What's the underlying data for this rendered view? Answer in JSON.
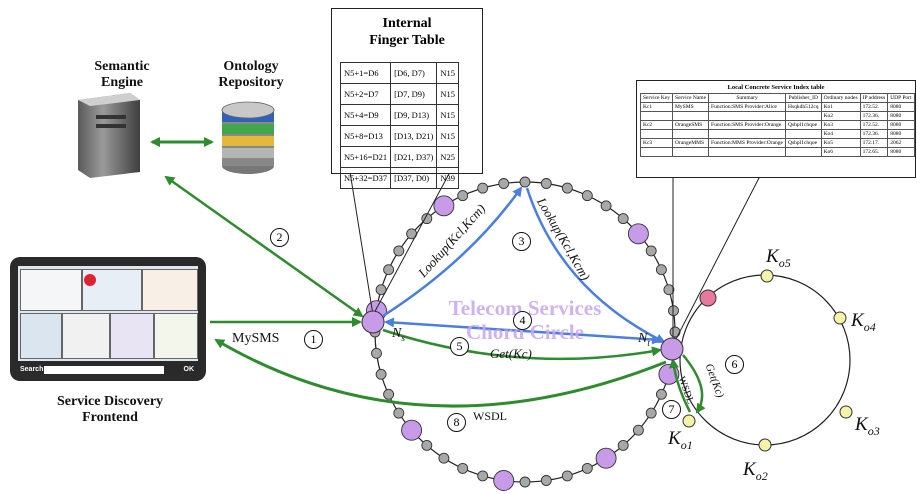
{
  "labels": {
    "semantic_engine": "Semantic\nEngine",
    "ontology_repository": "Ontology\nRepository",
    "finger_table_title": "Internal\nFinger Table",
    "frontend": "Service Discovery\nFrontend",
    "ring_title": "Telecom Services\nChord Circle"
  },
  "finger_table": {
    "rows": [
      [
        "N5+1=D6",
        "[D6, D7)",
        "N15"
      ],
      [
        "N5+2=D7",
        "[D7, D9)",
        "N15"
      ],
      [
        "N5+4=D9",
        "[D9, D13)",
        "N15"
      ],
      [
        "N5+8=D13",
        "[D13, D21)",
        "N15"
      ],
      [
        "N5+16=D21",
        "[D21, D37)",
        "N25"
      ],
      [
        "N5+32=D37",
        "[D37, D0)",
        "N39"
      ]
    ]
  },
  "service_index": {
    "title": "Local Concrete Service Index table",
    "headers": [
      "Service Key",
      "Service Name",
      "Summary",
      "Publisher_ID",
      "Ordinary nodes",
      "IP address",
      "UDP Port"
    ],
    "rows": [
      [
        "Kc1",
        "MySMS",
        "Function:SMS Provider:Alice",
        "Hsqkdh512cq",
        "Ko1",
        "172.52.",
        "8080"
      ],
      [
        "",
        "",
        "",
        "",
        "Ko2",
        "172.36.",
        "8080"
      ],
      [
        "Kc2",
        "OrangeSMS",
        "Function:SMS Provider:Orange",
        "Qshpl1chqoe",
        "Ko3",
        "172.52.",
        "8080"
      ],
      [
        "",
        "",
        "",
        "",
        "Ko4",
        "172.36.",
        "8080"
      ],
      [
        "Kc3",
        "OrangeMMS",
        "Function:MMS Provider:Orange",
        "Qshpl1chqoe",
        "Ko5",
        "172.17.",
        "2062"
      ],
      [
        "",
        "",
        "",
        "",
        "Ko6",
        "172.65.",
        "8080"
      ]
    ]
  },
  "nodes": {
    "ns": "N",
    "ns_sub": "s",
    "nt": "N",
    "nt_sub": "t"
  },
  "ordinary": {
    "ko5": "K",
    "ko5_sub": "o5",
    "ko4": "K",
    "ko4_sub": "o4",
    "ko3": "K",
    "ko3_sub": "o3",
    "ko2": "K",
    "ko2_sub": "o2",
    "ko1": "K",
    "ko1_sub": "o1"
  },
  "steps": {
    "s1": "1",
    "s2": "2",
    "s3": "3",
    "s4": "4",
    "s5": "5",
    "s6": "6",
    "s7": "7",
    "s8": "8"
  },
  "messages": {
    "mysms": "MySMS",
    "lookup_left": "Lookup(Kcl,Kcm)",
    "lookup_right": "Lookup(Kcl,Kcm)",
    "get_kc": "Get(Kc)",
    "get_kc2": "Get(Kc)",
    "wsdl_short": "WSDL",
    "wsdl_long": "WSDL"
  },
  "tablet": {
    "search_label": "Search:",
    "ok_label": "OK"
  },
  "colors": {
    "green": "#2e8b2e",
    "blue": "#4a7fe0",
    "purple": "#c79be8",
    "pink": "#e8799e",
    "yellow": "#f5f3a8",
    "gray": "#a8a8a8"
  }
}
